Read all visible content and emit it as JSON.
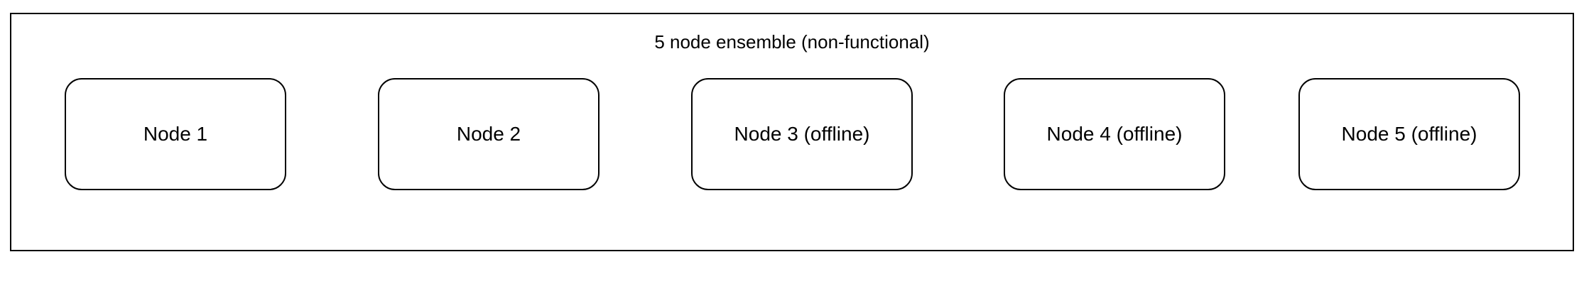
{
  "ensemble": {
    "title": "5 node ensemble (non-functional)",
    "nodes": [
      {
        "label": "Node 1"
      },
      {
        "label": "Node 2"
      },
      {
        "label": "Node 3 (offline)"
      },
      {
        "label": "Node 4 (offline)"
      },
      {
        "label": "Node 5 (offline)"
      }
    ]
  }
}
